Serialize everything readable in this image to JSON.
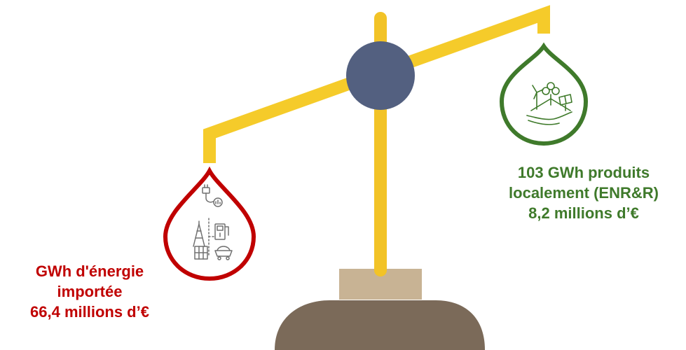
{
  "colors": {
    "beam": "#f5cb2a",
    "pillar": "#f2c327",
    "pivot": "#536080",
    "base_top": "#c8b394",
    "base": "#7b6a59",
    "local_green": "#3f7a2b",
    "import_red": "#c00000",
    "icon_grey": "#707070"
  },
  "right_pan": {
    "icon": "renewable-energy-icon",
    "caption": {
      "line1": "103 GWh produits",
      "line2": "localement (ENR&R)",
      "line3": "8,2 millions d’€"
    }
  },
  "left_pan": {
    "icon": "fossil-energy-icon",
    "caption": {
      "line1": "GWh d'énergie",
      "line2": "importée",
      "line3": "66,4 millions d’€"
    }
  }
}
